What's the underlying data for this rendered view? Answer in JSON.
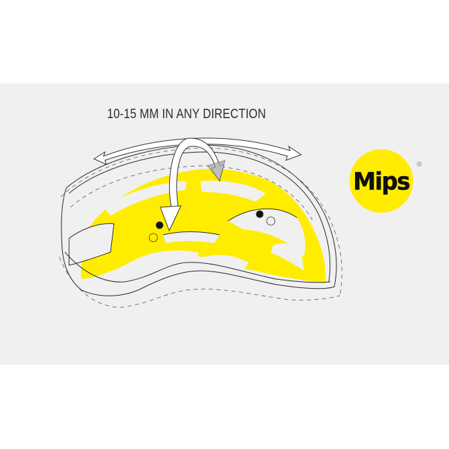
{
  "diagram": {
    "caption": "10-15 MM IN ANY DIRECTION",
    "subject": "Bicycle helmet side view with MIPS low-friction liner",
    "arrows": [
      {
        "icon": "double-headed-arc-arrow",
        "meaning": "rotational movement left/right"
      },
      {
        "icon": "curved-down-arrow",
        "meaning": "liner movement direction"
      }
    ],
    "liner_color": "#ffed00",
    "background_color": "#f0f0f0",
    "outline_color": "#2b2b2b"
  },
  "logo": {
    "text": "Mips",
    "registered": "®",
    "circle_color": "#ffec00",
    "text_color": "#111111"
  }
}
